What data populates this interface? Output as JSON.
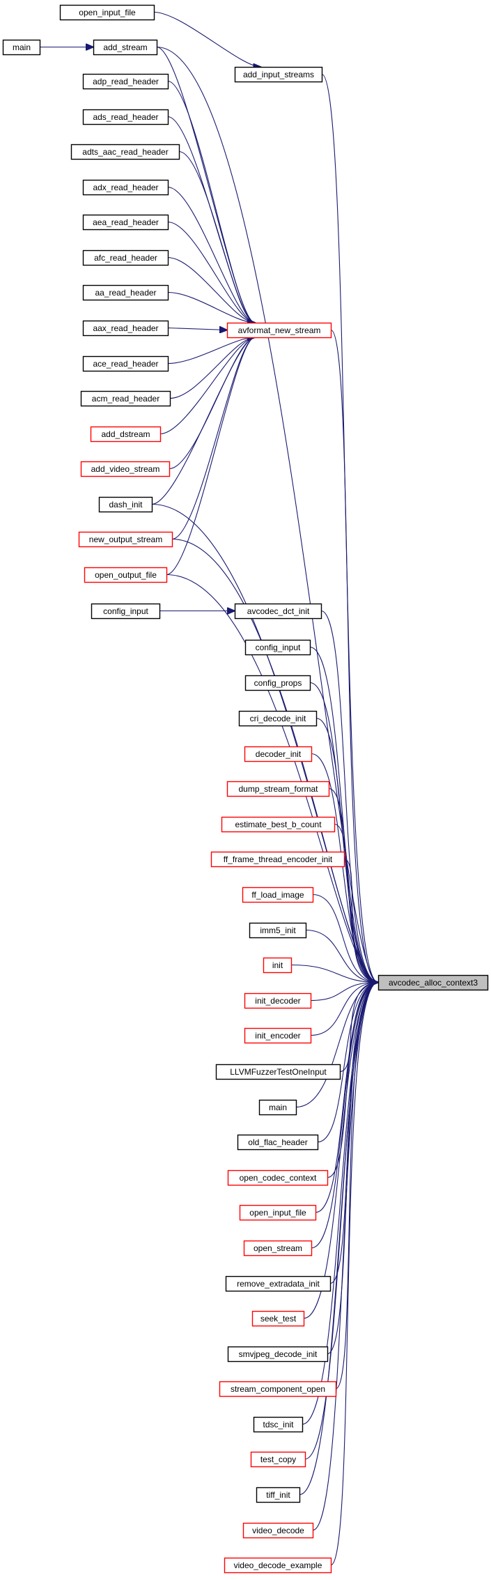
{
  "colors": {
    "edge": "#191970",
    "border_normal": "#000000",
    "border_truncated": "#ff0000",
    "target_fill": "#bfbfbf",
    "background": "#ffffff"
  },
  "graph": {
    "target": "avcodec_alloc_context3",
    "nodes": [
      {
        "id": "open_input_file_1",
        "label": "open_input_file",
        "border": "black"
      },
      {
        "id": "main_1",
        "label": "main",
        "border": "black"
      },
      {
        "id": "add_stream",
        "label": "add_stream",
        "border": "black"
      },
      {
        "id": "add_input_streams",
        "label": "add_input_streams",
        "border": "black"
      },
      {
        "id": "adp_read_header",
        "label": "adp_read_header",
        "border": "black"
      },
      {
        "id": "ads_read_header",
        "label": "ads_read_header",
        "border": "black"
      },
      {
        "id": "adts_aac_read_header",
        "label": "adts_aac_read_header",
        "border": "black"
      },
      {
        "id": "adx_read_header",
        "label": "adx_read_header",
        "border": "black"
      },
      {
        "id": "aea_read_header",
        "label": "aea_read_header",
        "border": "black"
      },
      {
        "id": "afc_read_header",
        "label": "afc_read_header",
        "border": "black"
      },
      {
        "id": "aa_read_header",
        "label": "aa_read_header",
        "border": "black"
      },
      {
        "id": "aax_read_header",
        "label": "aax_read_header",
        "border": "black"
      },
      {
        "id": "avformat_new_stream",
        "label": "avformat_new_stream",
        "border": "red"
      },
      {
        "id": "ace_read_header",
        "label": "ace_read_header",
        "border": "black"
      },
      {
        "id": "acm_read_header",
        "label": "acm_read_header",
        "border": "black"
      },
      {
        "id": "add_dstream",
        "label": "add_dstream",
        "border": "red"
      },
      {
        "id": "add_video_stream",
        "label": "add_video_stream",
        "border": "red"
      },
      {
        "id": "dash_init",
        "label": "dash_init",
        "border": "black"
      },
      {
        "id": "new_output_stream",
        "label": "new_output_stream",
        "border": "red"
      },
      {
        "id": "open_output_file",
        "label": "open_output_file",
        "border": "red"
      },
      {
        "id": "config_input_1",
        "label": "config_input",
        "border": "black"
      },
      {
        "id": "avcodec_dct_init",
        "label": "avcodec_dct_init",
        "border": "black"
      },
      {
        "id": "config_input_2",
        "label": "config_input",
        "border": "black"
      },
      {
        "id": "config_props",
        "label": "config_props",
        "border": "black"
      },
      {
        "id": "cri_decode_init",
        "label": "cri_decode_init",
        "border": "black"
      },
      {
        "id": "decoder_init",
        "label": "decoder_init",
        "border": "red"
      },
      {
        "id": "dump_stream_format",
        "label": "dump_stream_format",
        "border": "red"
      },
      {
        "id": "estimate_best_b_count",
        "label": "estimate_best_b_count",
        "border": "red"
      },
      {
        "id": "ff_frame_thread_encoder_init",
        "label": "ff_frame_thread_encoder_init",
        "border": "red"
      },
      {
        "id": "ff_load_image",
        "label": "ff_load_image",
        "border": "red"
      },
      {
        "id": "imm5_init",
        "label": "imm5_init",
        "border": "black"
      },
      {
        "id": "init",
        "label": "init",
        "border": "red"
      },
      {
        "id": "avcodec_alloc_context3",
        "label": "avcodec_alloc_context3",
        "border": "target"
      },
      {
        "id": "init_decoder",
        "label": "init_decoder",
        "border": "red"
      },
      {
        "id": "init_encoder",
        "label": "init_encoder",
        "border": "red"
      },
      {
        "id": "LLVMFuzzerTestOneInput",
        "label": "LLVMFuzzerTestOneInput",
        "border": "black"
      },
      {
        "id": "main_2",
        "label": "main",
        "border": "black"
      },
      {
        "id": "old_flac_header",
        "label": "old_flac_header",
        "border": "black"
      },
      {
        "id": "open_codec_context",
        "label": "open_codec_context",
        "border": "red"
      },
      {
        "id": "open_input_file_2",
        "label": "open_input_file",
        "border": "red"
      },
      {
        "id": "open_stream",
        "label": "open_stream",
        "border": "red"
      },
      {
        "id": "remove_extradata_init",
        "label": "remove_extradata_init",
        "border": "black"
      },
      {
        "id": "seek_test",
        "label": "seek_test",
        "border": "red"
      },
      {
        "id": "smvjpeg_decode_init",
        "label": "smvjpeg_decode_init",
        "border": "black"
      },
      {
        "id": "stream_component_open",
        "label": "stream_component_open",
        "border": "red"
      },
      {
        "id": "tdsc_init",
        "label": "tdsc_init",
        "border": "black"
      },
      {
        "id": "test_copy",
        "label": "test_copy",
        "border": "red"
      },
      {
        "id": "tiff_init",
        "label": "tiff_init",
        "border": "black"
      },
      {
        "id": "video_decode",
        "label": "video_decode",
        "border": "red"
      },
      {
        "id": "video_decode_example",
        "label": "video_decode_example",
        "border": "red"
      }
    ],
    "edges": [
      [
        "open_input_file_1",
        "add_input_streams"
      ],
      [
        "main_1",
        "add_stream"
      ],
      [
        "add_stream",
        "avformat_new_stream"
      ],
      [
        "add_stream",
        "avcodec_alloc_context3"
      ],
      [
        "add_input_streams",
        "avcodec_alloc_context3"
      ],
      [
        "adp_read_header",
        "avformat_new_stream"
      ],
      [
        "ads_read_header",
        "avformat_new_stream"
      ],
      [
        "adts_aac_read_header",
        "avformat_new_stream"
      ],
      [
        "adx_read_header",
        "avformat_new_stream"
      ],
      [
        "aea_read_header",
        "avformat_new_stream"
      ],
      [
        "afc_read_header",
        "avformat_new_stream"
      ],
      [
        "aa_read_header",
        "avformat_new_stream"
      ],
      [
        "aax_read_header",
        "avformat_new_stream"
      ],
      [
        "ace_read_header",
        "avformat_new_stream"
      ],
      [
        "acm_read_header",
        "avformat_new_stream"
      ],
      [
        "add_dstream",
        "avformat_new_stream"
      ],
      [
        "add_video_stream",
        "avformat_new_stream"
      ],
      [
        "dash_init",
        "avformat_new_stream"
      ],
      [
        "new_output_stream",
        "avformat_new_stream"
      ],
      [
        "open_output_file",
        "avformat_new_stream"
      ],
      [
        "avformat_new_stream",
        "avcodec_alloc_context3"
      ],
      [
        "dash_init",
        "avcodec_alloc_context3"
      ],
      [
        "new_output_stream",
        "avcodec_alloc_context3"
      ],
      [
        "open_output_file",
        "avcodec_alloc_context3"
      ],
      [
        "config_input_1",
        "avcodec_dct_init"
      ],
      [
        "avcodec_dct_init",
        "avcodec_alloc_context3"
      ],
      [
        "config_input_2",
        "avcodec_alloc_context3"
      ],
      [
        "config_props",
        "avcodec_alloc_context3"
      ],
      [
        "cri_decode_init",
        "avcodec_alloc_context3"
      ],
      [
        "decoder_init",
        "avcodec_alloc_context3"
      ],
      [
        "dump_stream_format",
        "avcodec_alloc_context3"
      ],
      [
        "estimate_best_b_count",
        "avcodec_alloc_context3"
      ],
      [
        "ff_frame_thread_encoder_init",
        "avcodec_alloc_context3"
      ],
      [
        "ff_load_image",
        "avcodec_alloc_context3"
      ],
      [
        "imm5_init",
        "avcodec_alloc_context3"
      ],
      [
        "init",
        "avcodec_alloc_context3"
      ],
      [
        "init_decoder",
        "avcodec_alloc_context3"
      ],
      [
        "init_encoder",
        "avcodec_alloc_context3"
      ],
      [
        "LLVMFuzzerTestOneInput",
        "avcodec_alloc_context3"
      ],
      [
        "main_2",
        "avcodec_alloc_context3"
      ],
      [
        "old_flac_header",
        "avcodec_alloc_context3"
      ],
      [
        "open_codec_context",
        "avcodec_alloc_context3"
      ],
      [
        "open_input_file_2",
        "avcodec_alloc_context3"
      ],
      [
        "open_stream",
        "avcodec_alloc_context3"
      ],
      [
        "remove_extradata_init",
        "avcodec_alloc_context3"
      ],
      [
        "seek_test",
        "avcodec_alloc_context3"
      ],
      [
        "smvjpeg_decode_init",
        "avcodec_alloc_context3"
      ],
      [
        "stream_component_open",
        "avcodec_alloc_context3"
      ],
      [
        "tdsc_init",
        "avcodec_alloc_context3"
      ],
      [
        "test_copy",
        "avcodec_alloc_context3"
      ],
      [
        "tiff_init",
        "avcodec_alloc_context3"
      ],
      [
        "video_decode",
        "avcodec_alloc_context3"
      ],
      [
        "video_decode_example",
        "avcodec_alloc_context3"
      ]
    ]
  }
}
